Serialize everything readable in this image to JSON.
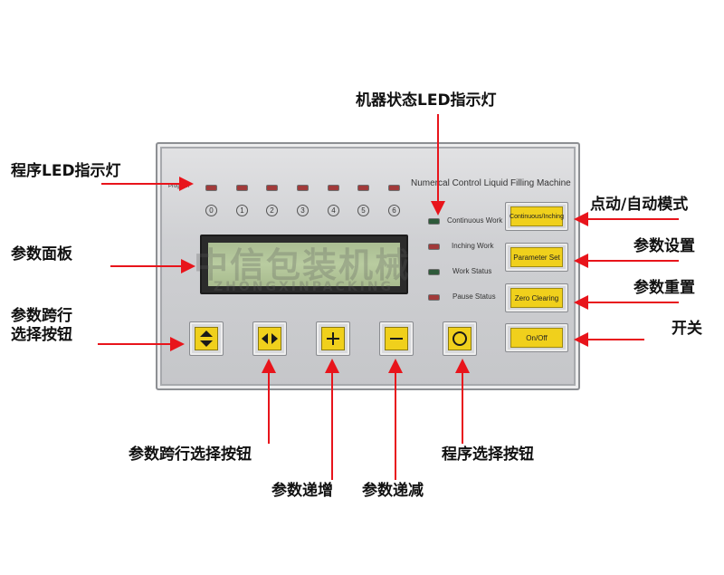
{
  "callouts": {
    "machine_led": "机器状态LED指示灯",
    "program_led": "程序LED指示灯",
    "panel": "参数面板",
    "row_select_line1": "参数跨行",
    "row_select_line2": "选择按钮",
    "inching_mode": "点动/自动模式",
    "param_set": "参数设置",
    "param_reset": "参数重置",
    "power_switch": "开关",
    "row_select_bottom": "参数跨行选择按钮",
    "param_increase": "参数递增",
    "param_decrease": "参数递减",
    "program_select": "程序选择按钮"
  },
  "panel": {
    "title": "Numercal Control Liquid Filling Machine",
    "program_label": "Program",
    "program_numbers": [
      "0",
      "1",
      "2",
      "3",
      "4",
      "5",
      "6"
    ],
    "watermark_cn": "中信包装机械",
    "watermark_en": "ZHONGXINPACKING",
    "status_leds": [
      {
        "label": "Continuous Work",
        "color": "#2e5a3a"
      },
      {
        "label": "Inching Work",
        "color": "#a13a3a"
      },
      {
        "label": "Work Status",
        "color": "#2e5a3a"
      },
      {
        "label": "Pause Status",
        "color": "#a13a3a"
      }
    ],
    "right_buttons": [
      "Continuous/Inching",
      "Parameter Set",
      "Zero Clearing",
      "On/Off"
    ],
    "key_icons": [
      "up-down-arrows-icon",
      "left-right-arrows-icon",
      "plus-icon",
      "minus-icon",
      "circle-icon"
    ]
  },
  "colors": {
    "button_yellow": "#f0d01c",
    "arrow_red": "#e8141b",
    "lcd_green": "#b9cca0"
  }
}
